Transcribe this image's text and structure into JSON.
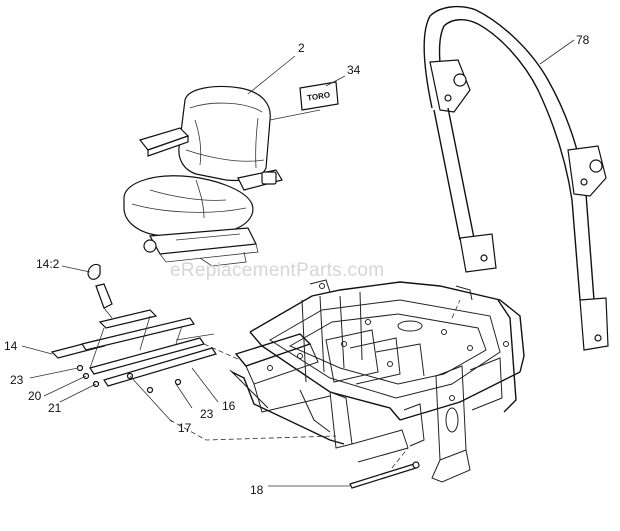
{
  "watermark": "eReplacementParts.com",
  "decal_text": "TORO",
  "callouts": {
    "c2": "2",
    "c34": "34",
    "c78": "78",
    "c14_2": "14:2",
    "c14": "14",
    "c23a": "23",
    "c20": "20",
    "c21": "21",
    "c17": "17",
    "c23b": "23",
    "c16": "16",
    "c18": "18"
  }
}
